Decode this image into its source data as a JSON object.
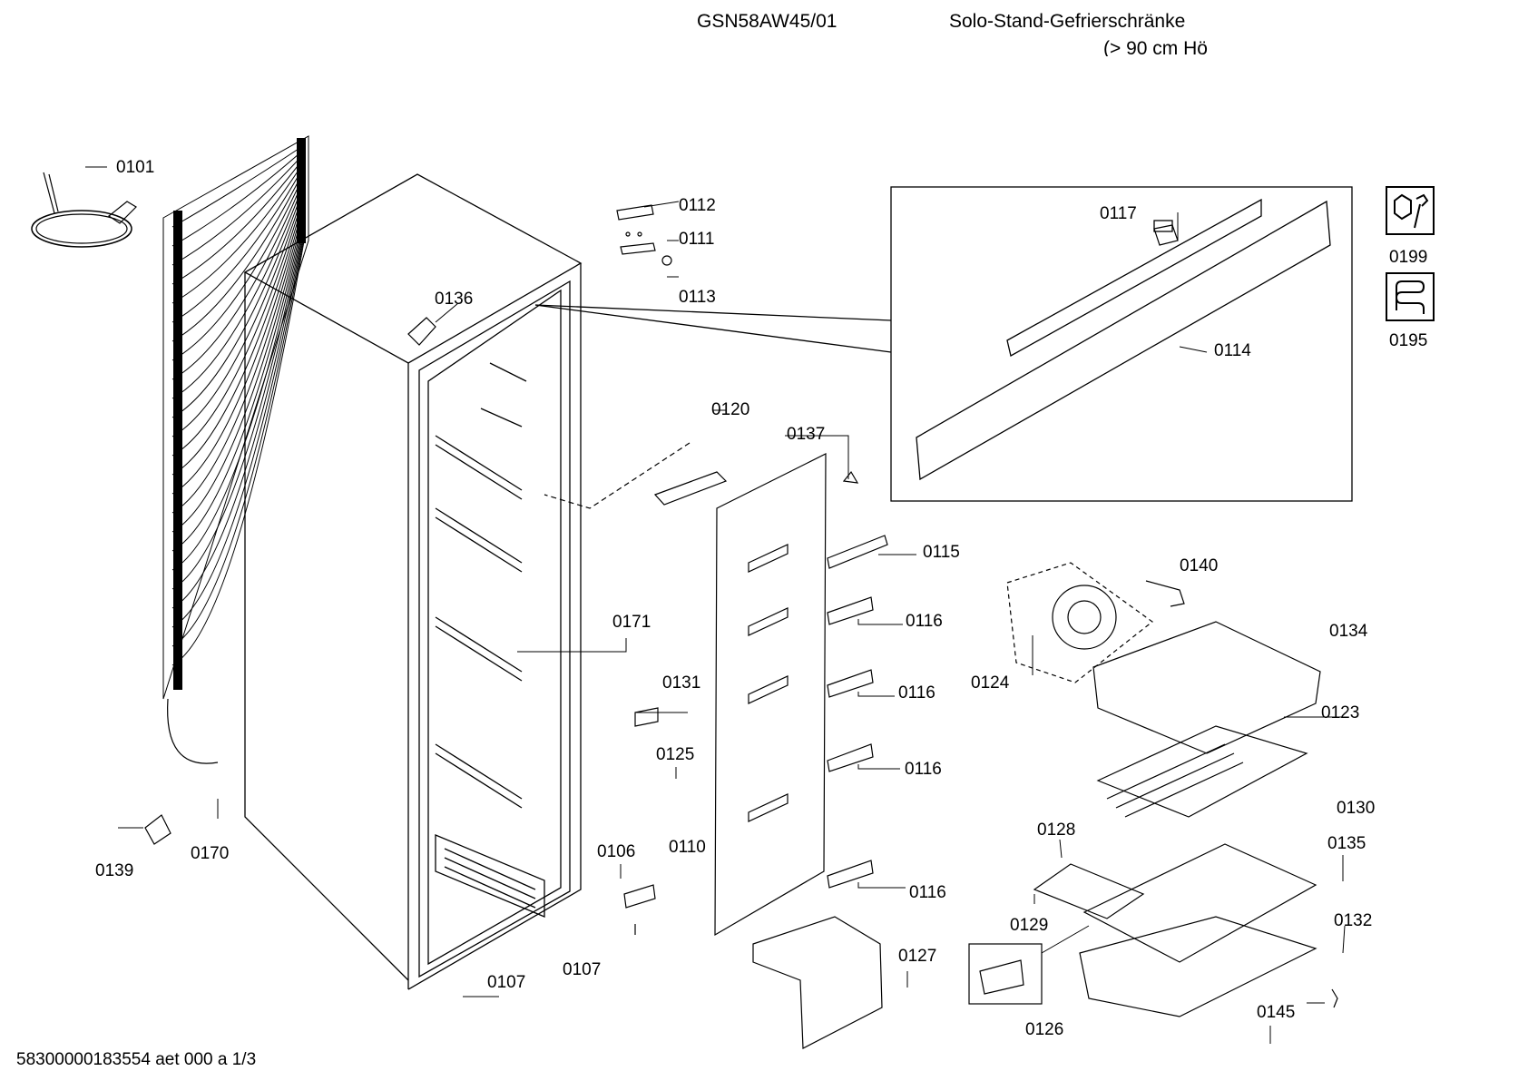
{
  "header": {
    "model": "GSN58AW45/01",
    "category_line1": "Solo-Stand-Gefrierschränke",
    "category_line2": "(> 90 cm Hö"
  },
  "footer": {
    "doc_id": "58300000183554 aet 000 a 1/3"
  },
  "parts": {
    "p0101": "0101",
    "p0112": "0112",
    "p0111": "0111",
    "p0113": "0113",
    "p0136": "0136",
    "p0117": "0117",
    "p0114": "0114",
    "p0199": "0199",
    "p0195": "0195",
    "p0120": "0120",
    "p0137": "0137",
    "p0115": "0115",
    "p0140": "0140",
    "p0116a": "0116",
    "p0116b": "0116",
    "p0116c": "0116",
    "p0116d": "0116",
    "p0134": "0134",
    "p0171": "0171",
    "p0124": "0124",
    "p0131": "0131",
    "p0123": "0123",
    "p0125": "0125",
    "p0130": "0130",
    "p0128": "0128",
    "p0135": "0135",
    "p0139": "0139",
    "p0170": "0170",
    "p0106": "0106",
    "p0110": "0110",
    "p0129": "0129",
    "p0132": "0132",
    "p0127": "0127",
    "p0107a": "0107",
    "p0107b": "0107",
    "p0145": "0145",
    "p0126": "0126"
  },
  "icons": {
    "service": "wrench-nut-icon",
    "heater": "heating-coil-icon"
  }
}
